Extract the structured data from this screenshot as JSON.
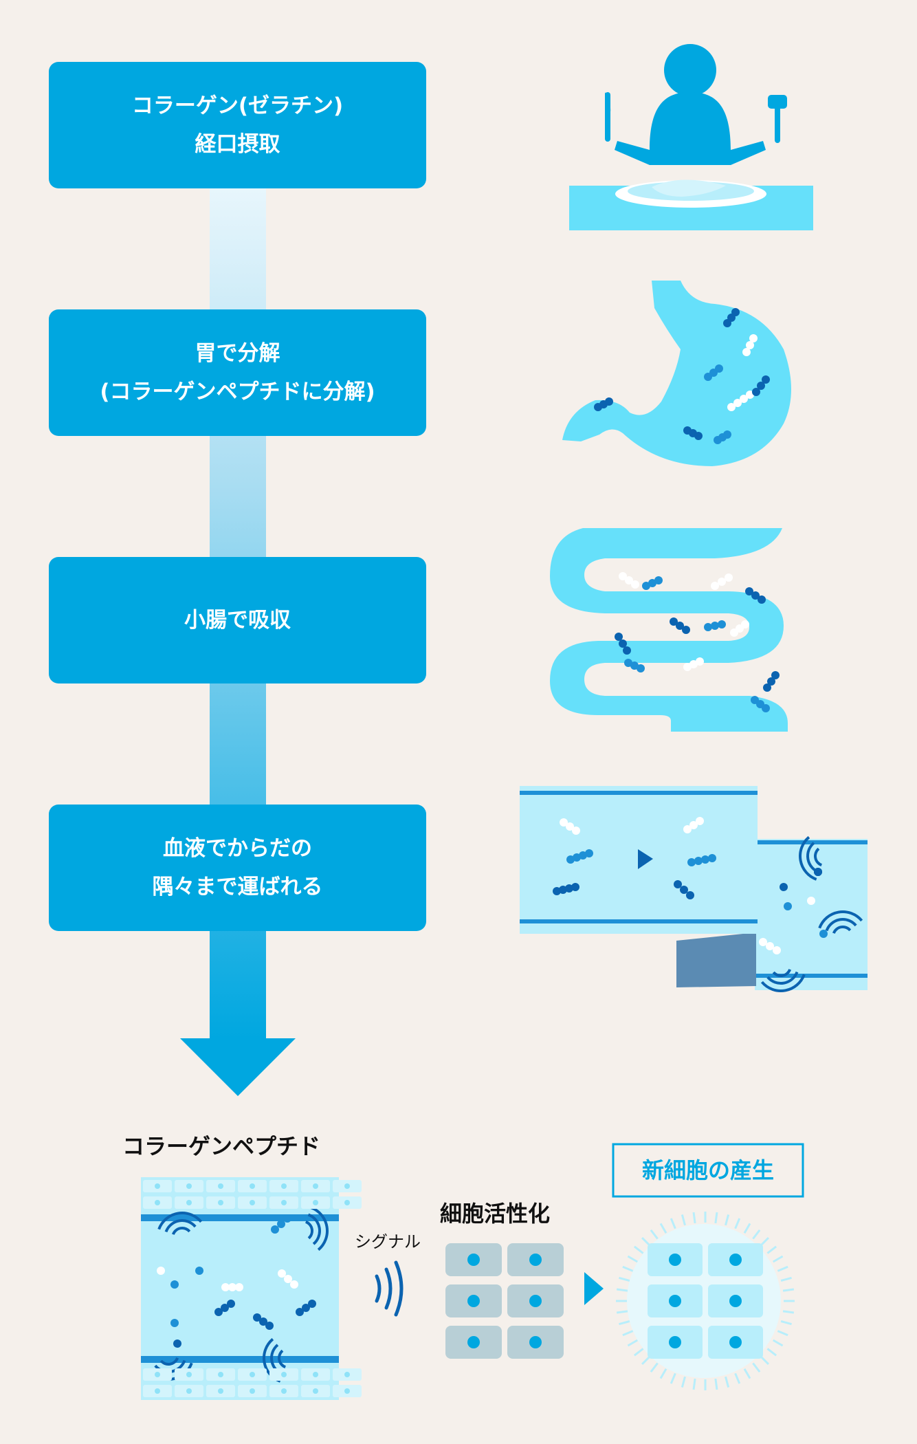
{
  "colors": {
    "background": "#f5f0eb",
    "step_box": "#00a7e0",
    "light_blue": "#66e0fa",
    "pale_blue": "#b8eefb",
    "mid_blue": "#1e90d6",
    "dark_blue": "#0b63b0",
    "gray_cell": "#b8cfd6"
  },
  "steps": [
    {
      "line1": "コラーゲン(ゼラチン)",
      "line2": "経口摂取",
      "icon": "person-eating-icon"
    },
    {
      "line1": "胃で分解",
      "line2": "(コラーゲンペプチドに分解)",
      "icon": "stomach-icon"
    },
    {
      "line1": "小腸で吸収",
      "line2": "",
      "icon": "small-intestine-icon"
    },
    {
      "line1": "血液でからだの",
      "line2": "隅々まで運ばれる",
      "icon": "blood-vessel-icon"
    }
  ],
  "bottom": {
    "peptide_label": "コラーゲンペプチド",
    "signal_label": "シグナル",
    "activation_label": "細胞活性化",
    "new_cell_label": "新細胞の産生"
  }
}
